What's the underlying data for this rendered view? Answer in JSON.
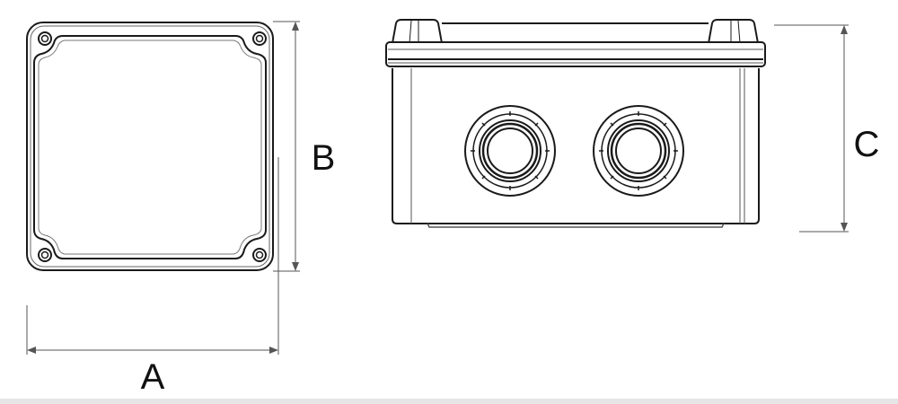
{
  "diagram": {
    "labels": {
      "width": "A",
      "height": "B",
      "depth": "C"
    },
    "colors": {
      "stroke": "#1a1a1a",
      "thin_stroke": "#555555",
      "background": "#ffffff"
    },
    "gland_count": 2,
    "screw_count": 4
  }
}
